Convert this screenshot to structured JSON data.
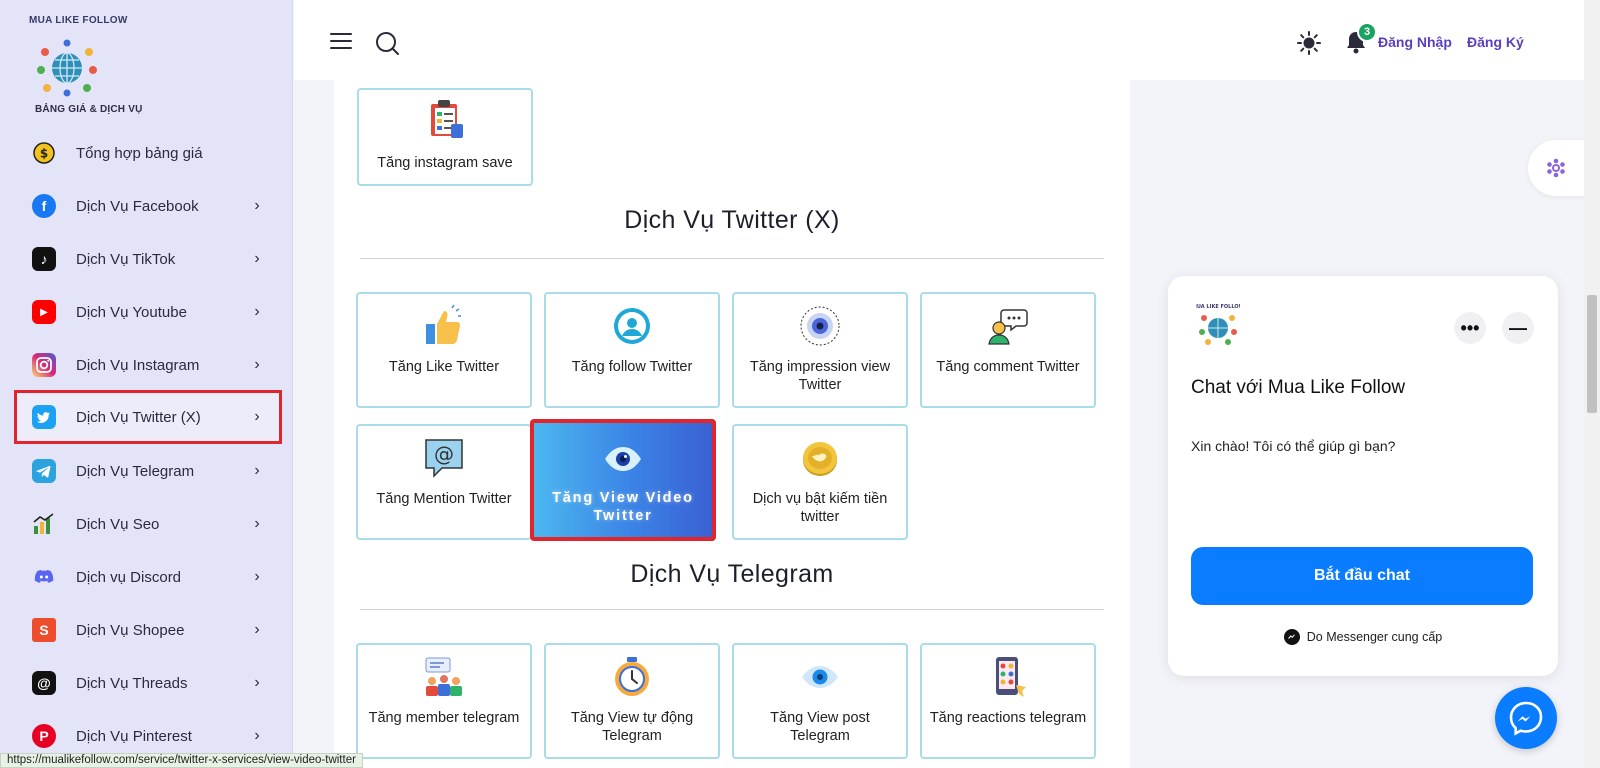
{
  "sidebar": {
    "logo_text": "MUA LIKE FOLLOW",
    "section_title": "BẢNG GIÁ & DỊCH VỤ",
    "items": [
      {
        "label": "Tổng hợp bảng giá",
        "icon": "dollar-coin-icon",
        "color": "#f4c21c"
      },
      {
        "label": "Dịch Vụ Facebook",
        "icon": "facebook-icon",
        "color": "#1877f2"
      },
      {
        "label": "Dịch Vụ TikTok",
        "icon": "tiktok-icon",
        "color": "#111111"
      },
      {
        "label": "Dịch Vụ Youtube",
        "icon": "youtube-icon",
        "color": "#ff0000"
      },
      {
        "label": "Dịch Vụ Instagram",
        "icon": "instagram-icon",
        "color": "#d62976"
      },
      {
        "label": "Dịch Vụ Twitter (X)",
        "icon": "twitter-icon",
        "color": "#1da1f2"
      },
      {
        "label": "Dịch Vụ Telegram",
        "icon": "telegram-icon",
        "color": "#2aa3df"
      },
      {
        "label": "Dịch Vụ Seo",
        "icon": "seo-chart-icon",
        "color": "#3b8f3b"
      },
      {
        "label": "Dịch vụ Discord",
        "icon": "discord-icon",
        "color": "#5865f2"
      },
      {
        "label": "Dịch Vụ Shopee",
        "icon": "shopee-icon",
        "color": "#ee4d2d"
      },
      {
        "label": "Dịch Vụ Threads",
        "icon": "threads-icon",
        "color": "#111111"
      },
      {
        "label": "Dịch Vụ Pinterest",
        "icon": "pinterest-icon",
        "color": "#e60023"
      }
    ],
    "active_item": "Dịch Vụ Twitter (X)"
  },
  "header": {
    "login_label": "Đăng Nhập",
    "register_label": "Đăng Ký",
    "notification_count": "3",
    "accent_color": "#5b3fbf"
  },
  "main": {
    "top_tile": {
      "label": "Tăng instagram save",
      "icon": "checklist-clipboard-icon"
    },
    "twitter_section": {
      "title": "Dịch Vụ Twitter (X)",
      "tiles": [
        {
          "label": "Tăng Like Twitter",
          "icon": "thumbs-up-icon"
        },
        {
          "label": "Tăng follow Twitter",
          "icon": "user-profile-icon"
        },
        {
          "label": "Tăng impression view Twitter",
          "icon": "eye-target-icon"
        },
        {
          "label": "Tăng comment Twitter",
          "icon": "comment-person-icon"
        },
        {
          "label": "Tăng Mention Twitter",
          "icon": "at-sign-icon"
        },
        {
          "label": "Tăng View Video Twitter",
          "icon": "eye-icon",
          "highlighted": true
        },
        {
          "label": "Dịch vụ bật kiếm tiền twitter",
          "icon": "gold-coin-bird-icon"
        }
      ]
    },
    "telegram_section": {
      "title": "Dịch Vụ Telegram",
      "tiles": [
        {
          "label": "Tăng member telegram",
          "icon": "group-members-icon"
        },
        {
          "label": "Tăng View tự động Telegram",
          "icon": "auto-clock-icon"
        },
        {
          "label": "Tăng View post Telegram",
          "icon": "eye-icon"
        },
        {
          "label": "Tăng reactions telegram",
          "icon": "reaction-phone-icon"
        }
      ]
    }
  },
  "chat": {
    "title": "Chat với Mua Like Follow",
    "greeting": "Xin chào! Tôi có thể giúp gì bạn?",
    "start_label": "Bắt đầu chat",
    "powered_by": "Do Messenger cung cấp",
    "more_label": "•••",
    "minimize_label": "—",
    "brand_color": "#0a7cff"
  },
  "status_bar": {
    "url": "https://mualikefollow.com/service/twitter-x-services/view-video-twitter"
  }
}
